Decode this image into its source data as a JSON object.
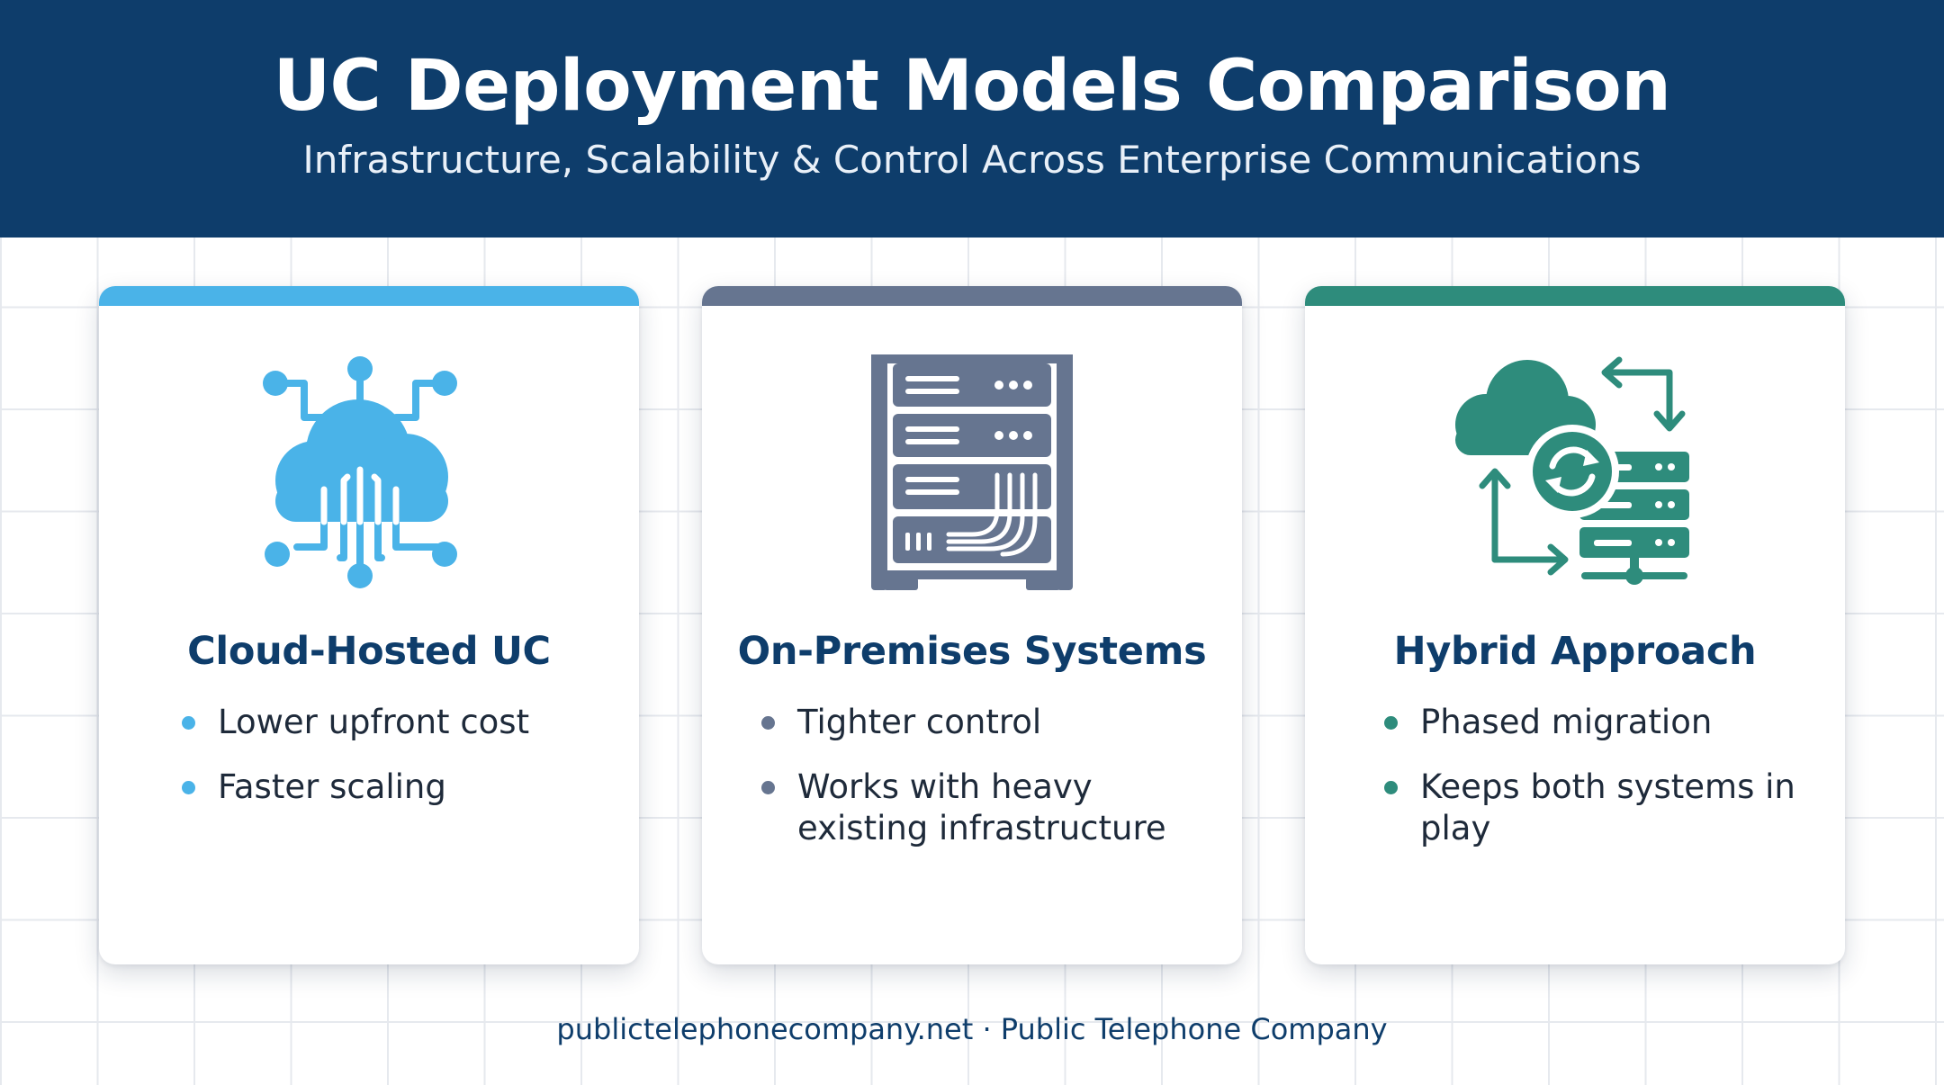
{
  "header": {
    "title": "UC Deployment Models Comparison",
    "subtitle": "Infrastructure, Scalability & Control Across Enterprise Communications"
  },
  "cards": [
    {
      "title": "Cloud-Hosted UC",
      "accent": "#4ab3e8",
      "icon": "cloud-network-icon",
      "bullets": [
        "Lower upfront cost",
        "Faster scaling"
      ]
    },
    {
      "title": "On-Premises Systems",
      "accent": "#667590",
      "icon": "server-rack-icon",
      "bullets": [
        "Tighter control",
        "Works with heavy existing infrastructure"
      ]
    },
    {
      "title": "Hybrid Approach",
      "accent": "#2e8c7c",
      "icon": "cloud-sync-server-icon",
      "bullets": [
        "Phased migration",
        "Keeps both systems in play"
      ]
    }
  ],
  "footer": {
    "text": "publictelephonecompany.net · Public Telephone Company"
  },
  "colors": {
    "header_bg": "#0e3d6b",
    "title_text": "#0e3d6b"
  }
}
